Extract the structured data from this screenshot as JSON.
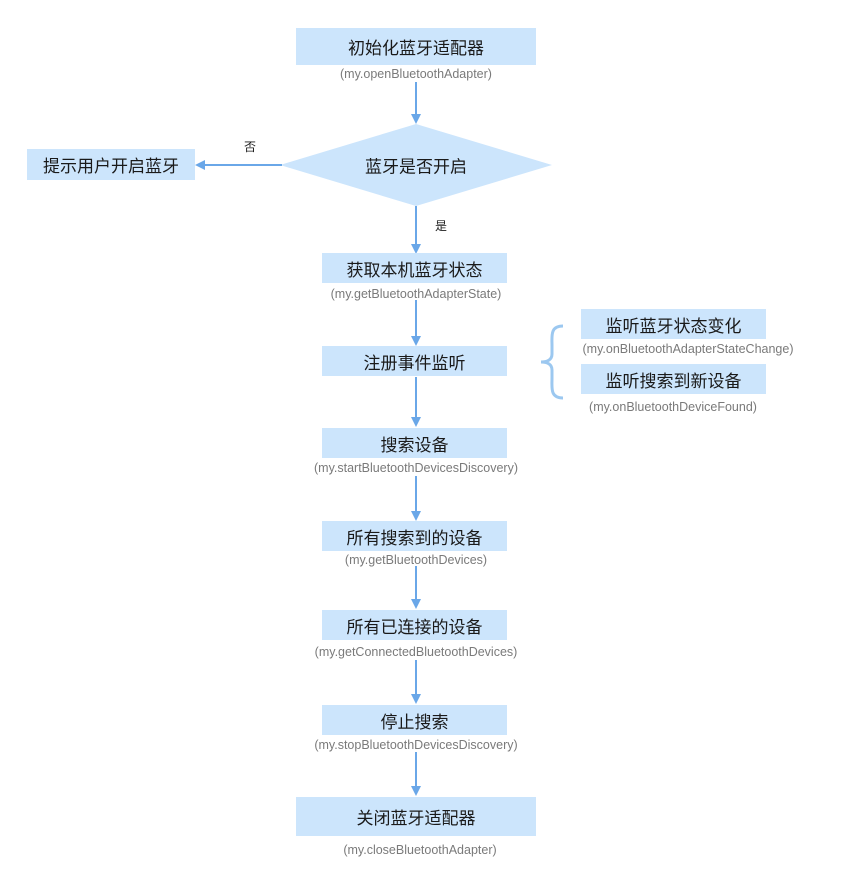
{
  "colors": {
    "node_fill": "#cce5fc",
    "arrow": "#6aa7e8",
    "api_text": "#7a7a7a"
  },
  "nodes": {
    "init": {
      "label": "初始化蓝牙适配器",
      "api": "(my.openBluetoothAdapter)"
    },
    "decision": {
      "label": "蓝牙是否开启",
      "no_label": "否",
      "yes_label": "是"
    },
    "prompt": {
      "label": "提示用户开启蓝牙"
    },
    "get_state": {
      "label": "获取本机蓝牙状态",
      "api": "(my.getBluetoothAdapterState)"
    },
    "register": {
      "label": "注册事件监听"
    },
    "listen_state": {
      "label": "监听蓝牙状态变化",
      "api": "(my.onBluetoothAdapterStateChange)"
    },
    "listen_found": {
      "label": "监听搜索到新设备",
      "api": "(my.onBluetoothDeviceFound)"
    },
    "search": {
      "label": "搜索设备",
      "api": "(my.startBluetoothDevicesDiscovery)"
    },
    "all_found": {
      "label": "所有搜索到的设备",
      "api": "(my.getBluetoothDevices)"
    },
    "all_connected": {
      "label": "所有已连接的设备",
      "api": "(my.getConnectedBluetoothDevices)"
    },
    "stop": {
      "label": "停止搜索",
      "api": "(my.stopBluetoothDevicesDiscovery)"
    },
    "close": {
      "label": "关闭蓝牙适配器",
      "api": "(my.closeBluetoothAdapter)"
    }
  }
}
